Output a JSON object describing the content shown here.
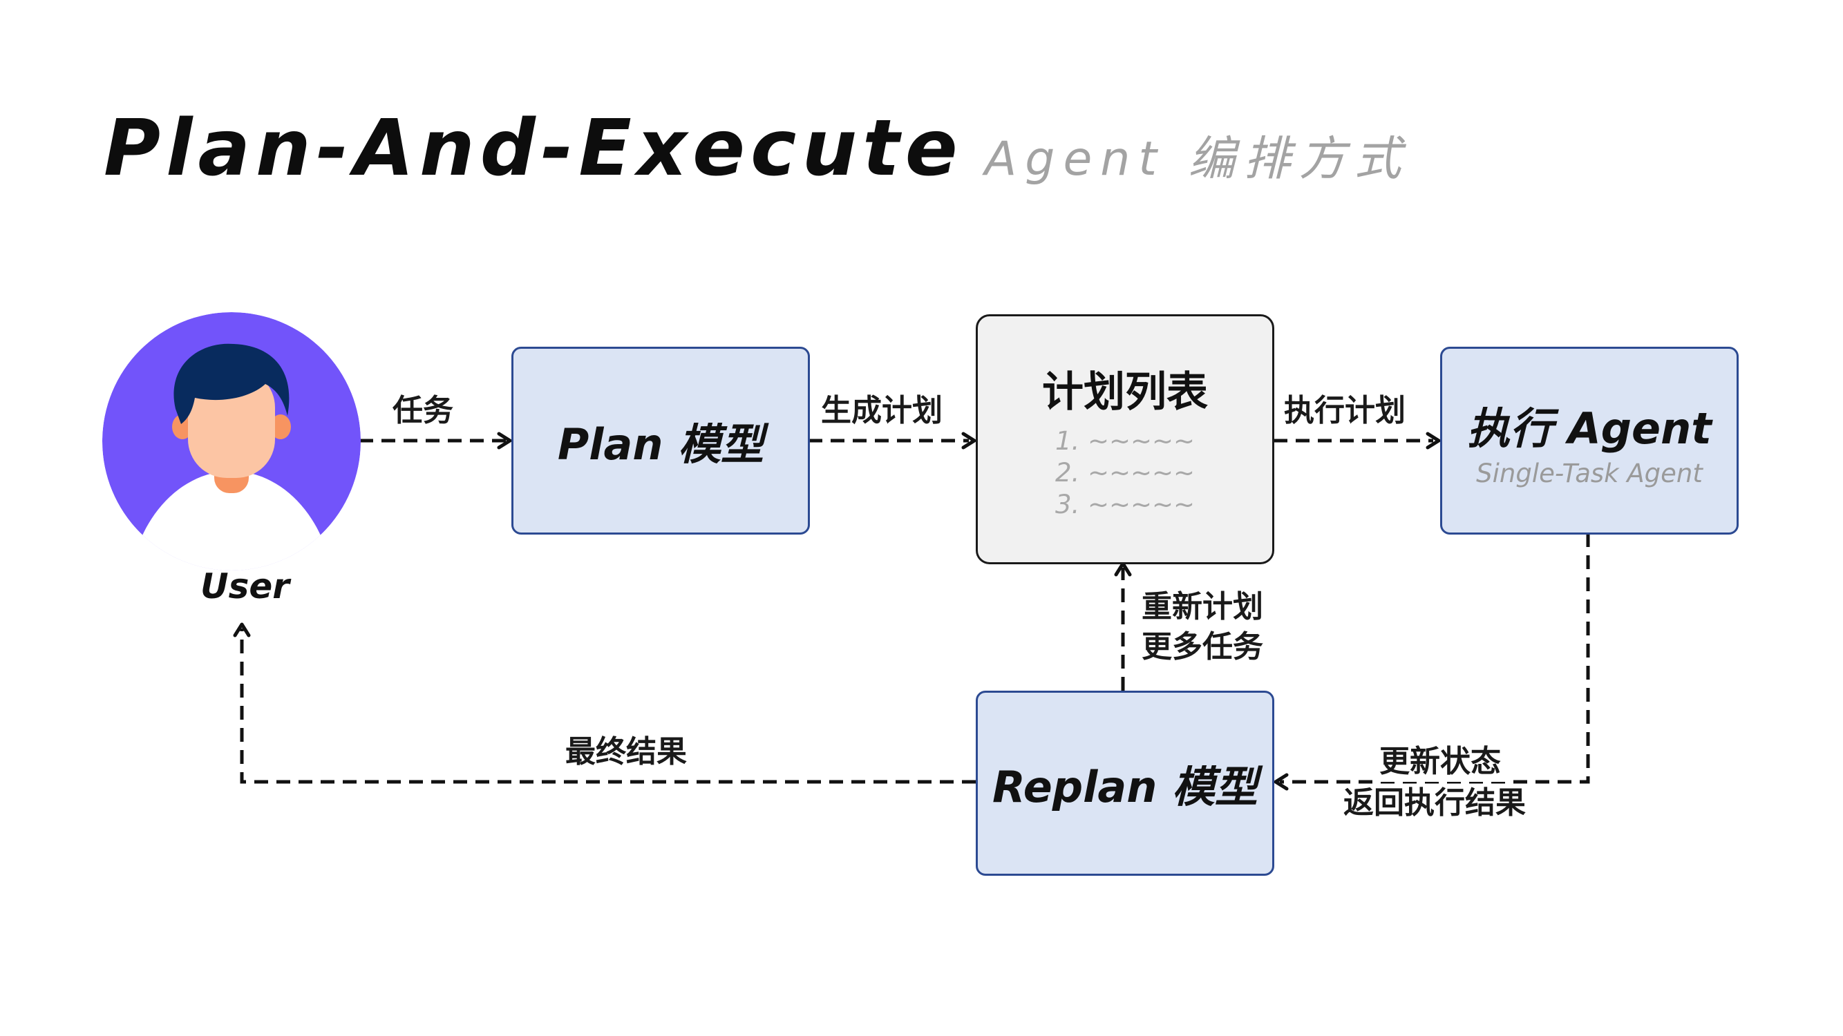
{
  "title": {
    "main": "Plan-And-Execute",
    "sub": "Agent 编排方式"
  },
  "nodes": {
    "user": {
      "label": "User"
    },
    "plan_model": {
      "label": "Plan 模型"
    },
    "plan_list": {
      "title": "计划列表",
      "items": [
        "1. ~~~~~",
        "2. ~~~~~",
        "3. ~~~~~"
      ]
    },
    "exec_agent": {
      "label": "执行 Agent",
      "sub": "Single-Task Agent"
    },
    "replan_model": {
      "label": "Replan 模型"
    }
  },
  "edges": {
    "task": "任务",
    "generate_plan": "生成计划",
    "execute_plan": "执行计划",
    "replan_line1": "重新计划",
    "replan_line2": "更多任务",
    "final_result": "最终结果",
    "update_line1": "更新状态",
    "update_line2": "返回执行结果"
  },
  "colors": {
    "box_fill": "#dbe4f4",
    "box_border": "#2c4a92",
    "list_fill": "#f1f1f1",
    "avatar_bg": "#7254fa",
    "hair": "#082b5e",
    "skin": "#fcc5a4",
    "neck": "#f79461"
  }
}
